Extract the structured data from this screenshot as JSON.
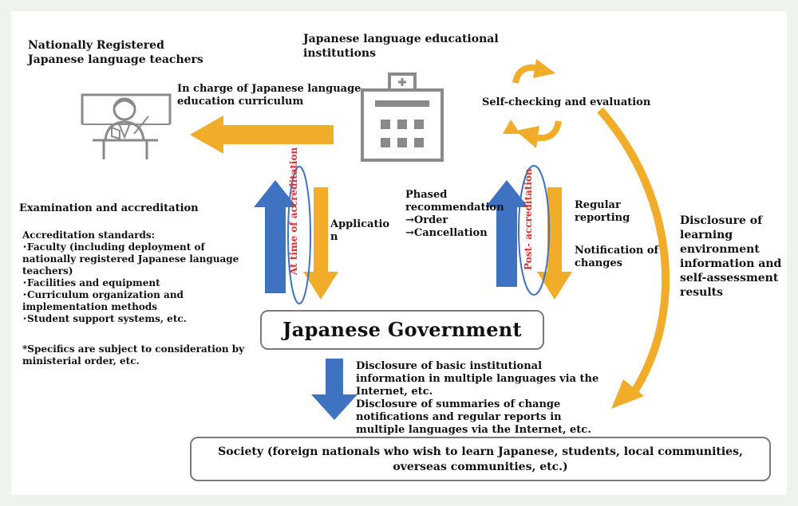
{
  "teachers_title": "Nationally Registered\nJapanese language teachers",
  "institutions_title": "Japanese language educational\ninstitutions",
  "curriculum_label": "In charge of Japanese language\neducation curriculum",
  "self_check_label": "Self-checking and evaluation",
  "exam_title": "Examination and accreditation",
  "standards_text": "Accreditation standards:\n･Faculty (including deployment of\nnationally registered  Japanese language\nteachers)\n･Facilities and equipment\n･Curriculum organization and\nimplementation methods\n･Student support systems, etc.",
  "specifics_note": "*Specifics are subject to consideration by\nministerial order, etc.",
  "at_time_label": "At time of\naccreditation",
  "application_label": "Applicatio\nn",
  "phased_label": "Phased\nrecommendation\n→Order\n→Cancellation",
  "post_label": "Post-\naccreditation",
  "regular_label": "Regular\nreporting",
  "notification_label": "Notification of\nchanges",
  "disclosure_right": "Disclosure of\nlearning\nenvironment\ninformation and\nself-assessment\nresults",
  "government_label": "Japanese Government",
  "disclosure_bottom": "Disclosure of basic institutional\ninformation in multiple languages via the\nInternet, etc.\nDisclosure of summaries of change\nnotifications and regular reports in\nmultiple languages via the Internet, etc.",
  "society_label": "Society (foreign nationals who wish to learn Japanese, students, local communities,\noverseas communities, etc.)",
  "colors": {
    "blue": "#3f72c0",
    "orange": "#f1ad2a",
    "gray": "#8a8a8a",
    "red": "#e03030"
  }
}
